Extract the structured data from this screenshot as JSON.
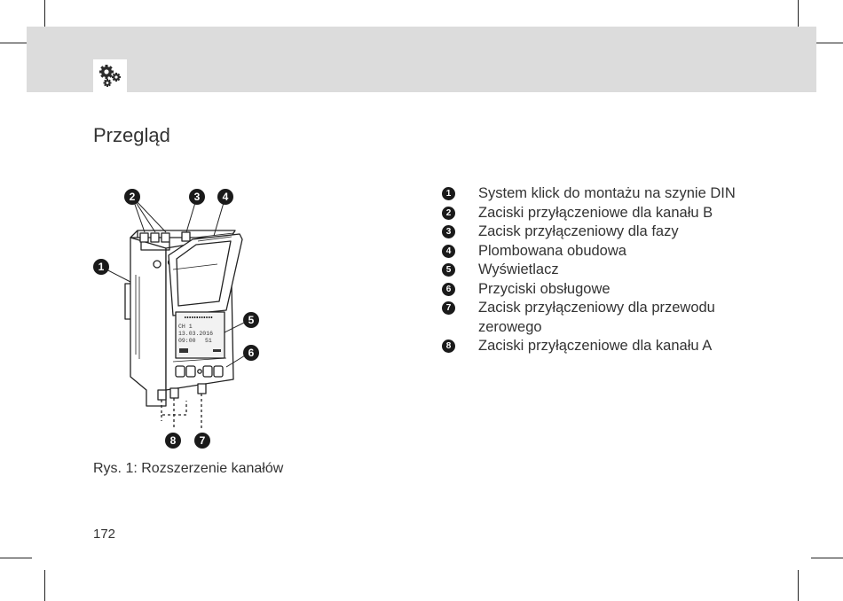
{
  "header": {
    "section_icon": "gears-icon"
  },
  "page": {
    "title": "Przegląd",
    "number": "172"
  },
  "figure": {
    "caption": "Rys. 1: Rozszerzenie kanałów",
    "callouts": [
      "1",
      "2",
      "3",
      "4",
      "5",
      "6",
      "7",
      "8"
    ],
    "display": {
      "channel": "CH 1",
      "date": "13.03.2016",
      "time": "09:00",
      "seconds": "51"
    }
  },
  "legend": [
    {
      "num": "1",
      "lines": [
        "System klick do montażu na szynie DIN"
      ]
    },
    {
      "num": "2",
      "lines": [
        "Zaciski przyłączeniowe dla kanału B"
      ]
    },
    {
      "num": "3",
      "lines": [
        "Zacisk przyłączeniowy dla fazy"
      ]
    },
    {
      "num": "4",
      "lines": [
        "Plombowana obudowa"
      ]
    },
    {
      "num": "5",
      "lines": [
        "Wyświetlacz"
      ]
    },
    {
      "num": "6",
      "lines": [
        "Przyciski obsługowe"
      ]
    },
    {
      "num": "7",
      "lines": [
        "Zacisk przyłączeniowy dla przewodu",
        "zerowego"
      ]
    },
    {
      "num": "8",
      "lines": [
        "Zaciski przyłączeniowe dla kanału A"
      ]
    }
  ]
}
